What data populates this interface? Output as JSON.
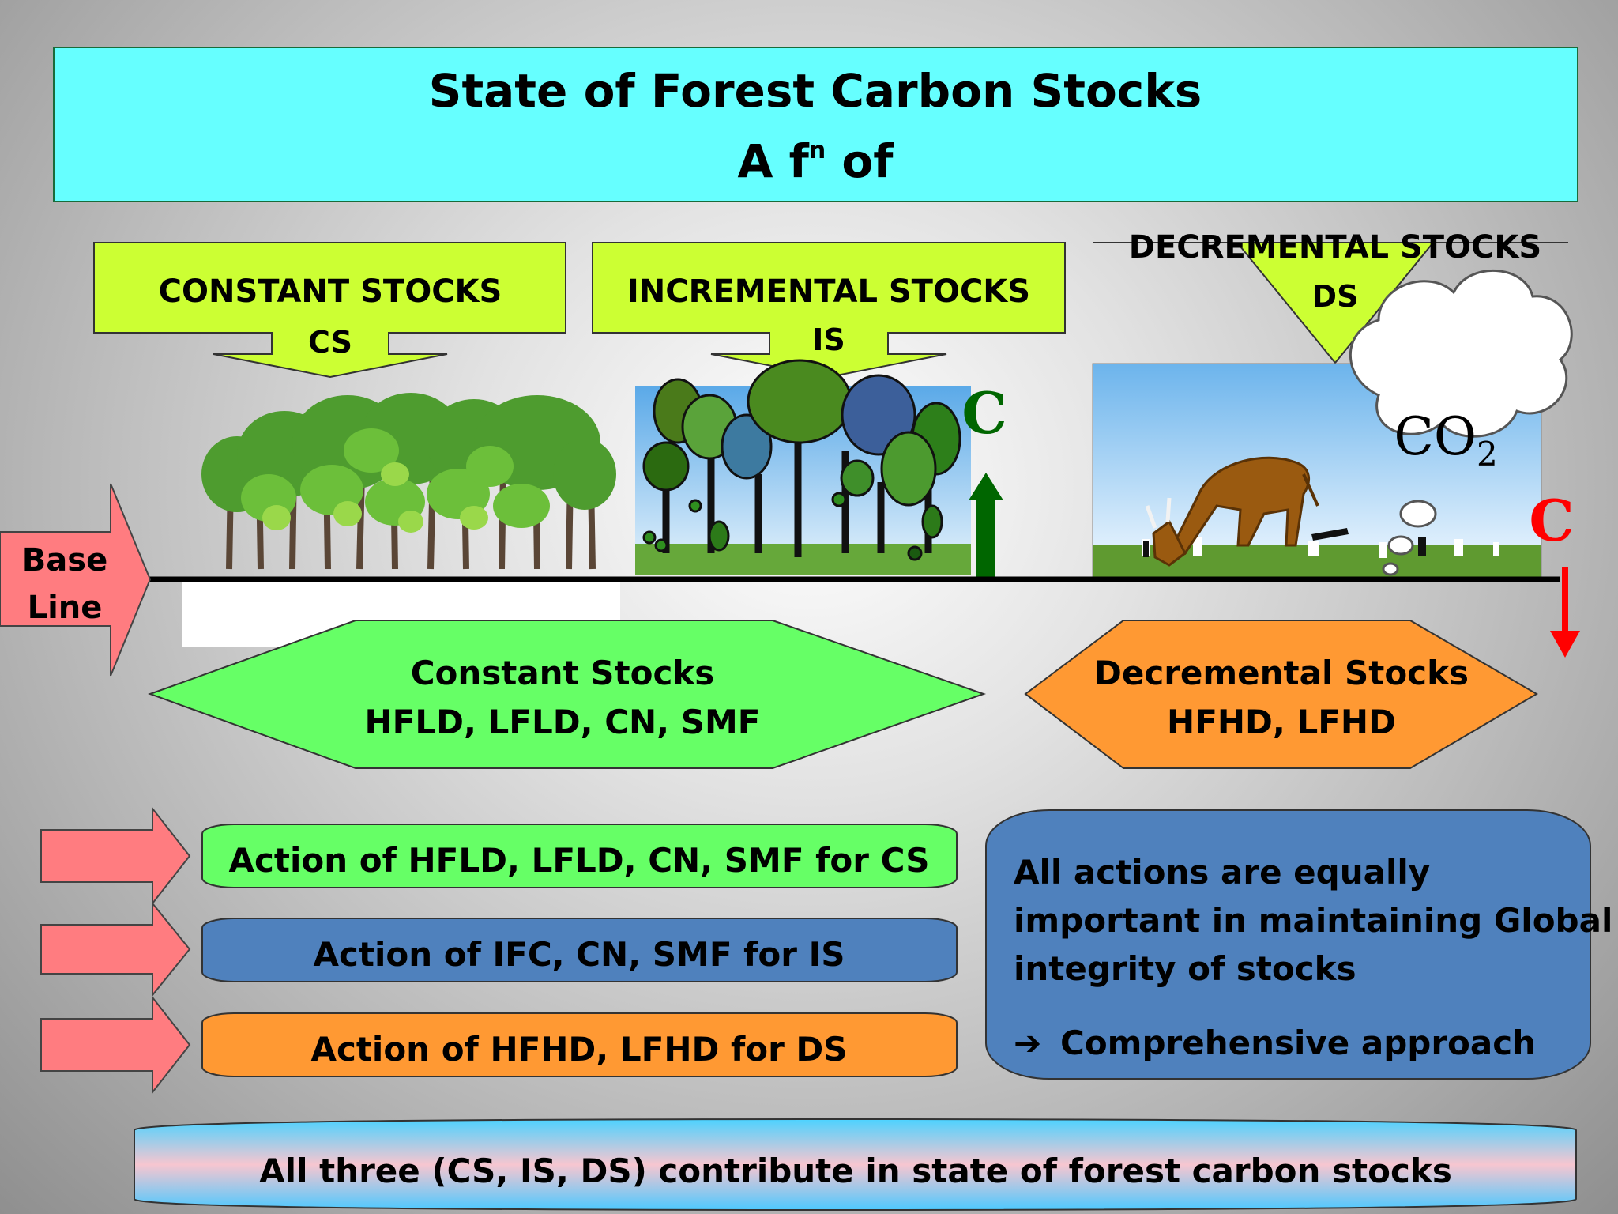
{
  "title": {
    "line1": "State of Forest Carbon Stocks",
    "line2_main": "A f",
    "line2_sup": "n",
    "line2_end": " of"
  },
  "categories": [
    {
      "heading": "CONSTANT STOCKS",
      "abbr": "CS"
    },
    {
      "heading": "INCREMENTAL STOCKS",
      "abbr": "IS"
    },
    {
      "heading": "DECREMENTAL STOCKS",
      "abbr": "DS"
    }
  ],
  "baseline": {
    "line1": "Base",
    "line2": "Line"
  },
  "carbon_marks": {
    "up": "C",
    "down": "C"
  },
  "co2": {
    "main": "CO",
    "sub": "2"
  },
  "hexagons": {
    "constant": {
      "line1": "Constant Stocks",
      "line2": "HFLD, LFLD, CN, SMF"
    },
    "decremental": {
      "line1": "Decremental Stocks",
      "line2": "HFHD, LFHD"
    }
  },
  "actions": [
    "Action of HFLD, LFLD, CN, SMF for CS",
    "Action of IFC, CN, SMF for IS",
    "Action of HFHD, LFHD for DS"
  ],
  "summary": {
    "line1": "All actions are equally",
    "line2": "important in maintaining Global",
    "line3": "integrity of stocks",
    "arrow": "➔",
    "conclusion": "Comprehensive approach"
  },
  "footer": "All three (CS, IS, DS) contribute in state of forest carbon stocks",
  "colors": {
    "title_bg": "#66ffff",
    "callout": "#ccff33",
    "constant": "#66ff66",
    "incremental": "#4f81bd",
    "decremental": "#ff9933",
    "side_arrow": "#ff7c80",
    "up_arrow": "#006600",
    "down_arrow": "#ff0000"
  }
}
